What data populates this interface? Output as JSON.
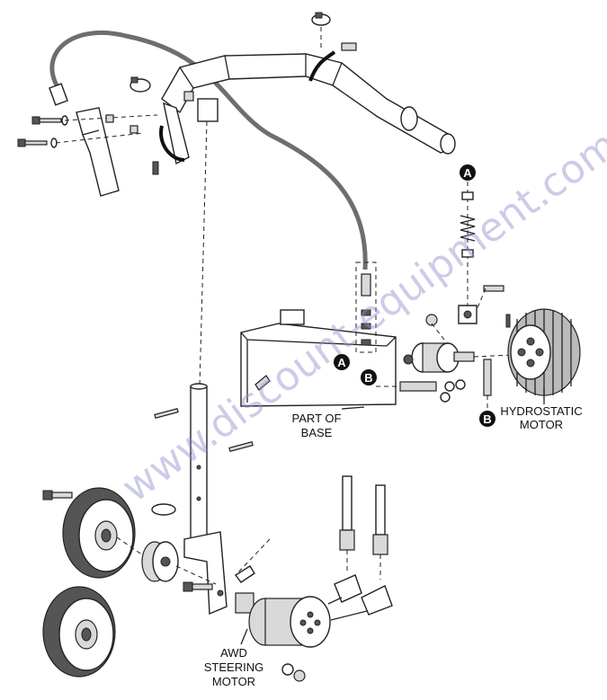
{
  "labels": {
    "part_of_base": [
      "PART OF",
      "BASE"
    ],
    "hydrostatic_motor": [
      "HYDROSTATIC",
      "MOTOR"
    ],
    "awd_steering_motor": [
      "AWD",
      "STEERING",
      "MOTOR"
    ]
  },
  "callouts": {
    "a": "A",
    "b": "B"
  },
  "watermark": "www.discount-equipment.com",
  "colors": {
    "cable": "#6e6e6e",
    "line": "#222222",
    "badge": "#111111",
    "watermark": "#8f8fcf"
  }
}
